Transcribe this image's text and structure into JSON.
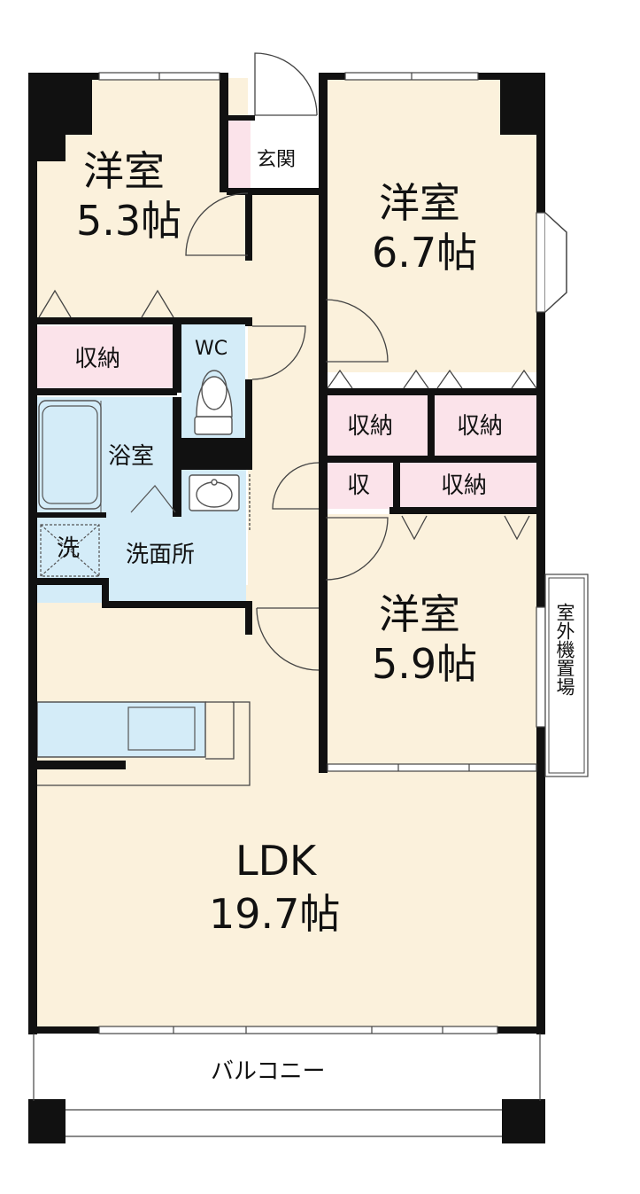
{
  "rooms": {
    "western_1": {
      "name": "洋室",
      "size": "5.3帖"
    },
    "western_2": {
      "name": "洋室",
      "size": "6.7帖"
    },
    "western_3": {
      "name": "洋室",
      "size": "5.9帖"
    },
    "ldk": {
      "name": "LDK",
      "size": "19.7帖"
    }
  },
  "labels": {
    "entrance": "玄関",
    "storage_left": "収納",
    "storage_mid_1": "収納",
    "storage_mid_2": "収納",
    "storage_small": "収",
    "storage_lower": "収納",
    "toilet": "WC",
    "bath": "浴室",
    "laundry": "洗",
    "washroom": "洗面所",
    "outdoor_unit": "室外機置場",
    "balcony": "バルコニー"
  },
  "colors": {
    "room_floor": "#fbf1dc",
    "wet_area": "#d4ecf8",
    "storage": "#fbe3ea",
    "wall": "#111111",
    "balcony": "#ffffff"
  }
}
